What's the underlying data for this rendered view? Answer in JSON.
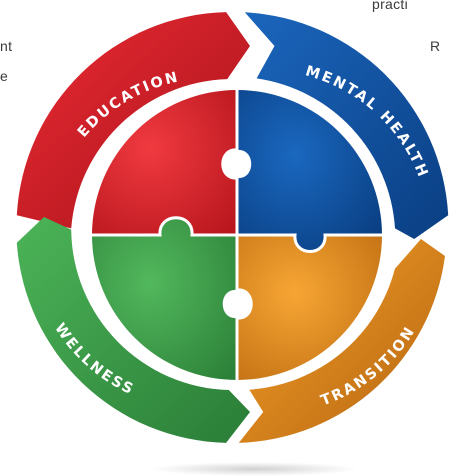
{
  "background_text": {
    "top_right": "practi",
    "left_1": "nt",
    "left_2": "e",
    "right_1": "R"
  },
  "cycle_labels": {
    "education": "EDUCATION",
    "mental_health": "MENTAL HEALTH",
    "transition": "TRANSITION",
    "wellness": "WELLNESS"
  },
  "colors": {
    "red": "#e0202a",
    "blue": "#0f57a8",
    "orange": "#ef9420",
    "green": "#3aa34a"
  }
}
